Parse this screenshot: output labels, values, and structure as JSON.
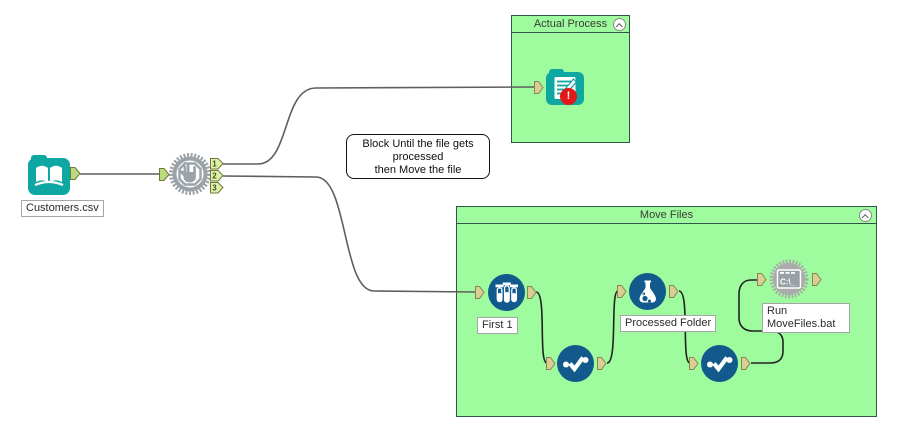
{
  "app": {
    "name": "workflow-canvas"
  },
  "input_tool": {
    "label": "Customers.csv"
  },
  "block_tool": {
    "outputs": [
      "1",
      "2",
      "3"
    ]
  },
  "annotation": {
    "line1": "Block Until the file gets",
    "line2": "processed",
    "line3": "then Move the file"
  },
  "containers": {
    "actual_process": {
      "title": "Actual Process"
    },
    "move_files": {
      "title": "Move Files"
    }
  },
  "tools": {
    "output_data": {
      "error_badge": "!"
    },
    "sample": {
      "label": "First 1"
    },
    "formula": {
      "label": "Processed Folder"
    },
    "run_command": {
      "label_line1": "Run",
      "label_line2": "MoveFiles.bat",
      "icon_text": "C:\\_"
    }
  },
  "colors": {
    "container_fill": "#9efc9e",
    "container_border": "#32554a",
    "tool_blue": "#125a8c",
    "tool_teal": "#0fa7a2",
    "tool_gray": "#9ca3a8",
    "anchor_tan": "#d9cf92",
    "anchor_green": "#b9da7e",
    "numbered_anchor": "#def0ae",
    "error_red": "#e41717",
    "wire_gray": "#5f5f5f",
    "wire_dark": "#222222"
  }
}
